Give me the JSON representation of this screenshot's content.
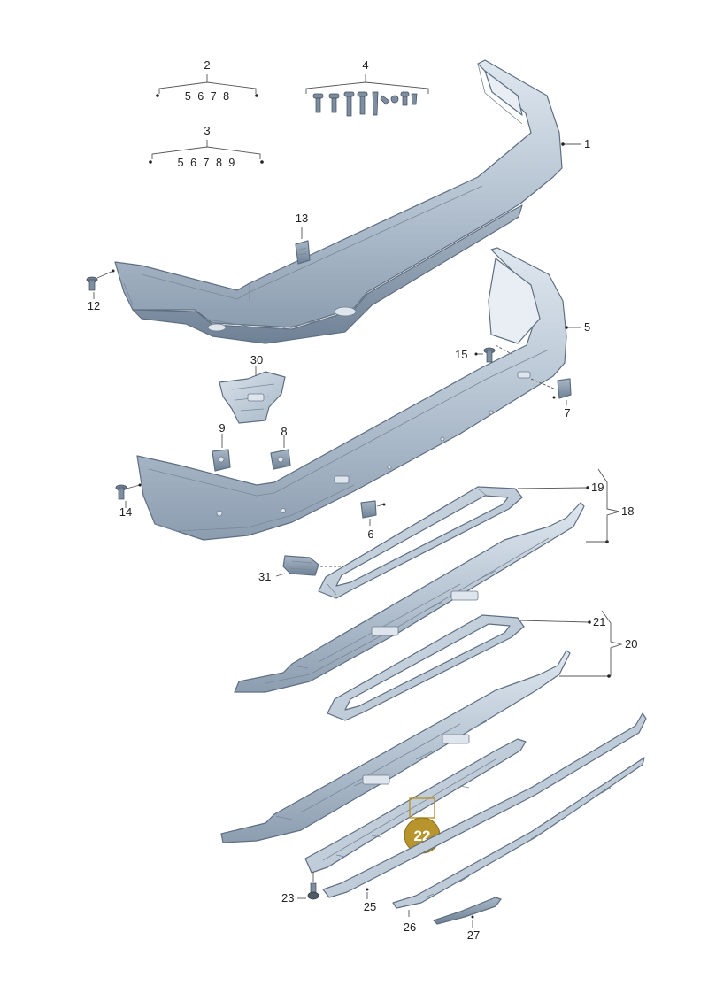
{
  "callouts": {
    "c1": "1",
    "c2": "2",
    "c3": "3",
    "c4": "4",
    "c5": "5",
    "c6": "6",
    "c7": "7",
    "c8": "8",
    "c9": "9",
    "c12": "12",
    "c13": "13",
    "c14": "14",
    "c15": "15",
    "c18": "18",
    "c19": "19",
    "c20": "20",
    "c21": "21",
    "c22": "22",
    "c23": "23",
    "c25": "25",
    "c26": "26",
    "c27": "27",
    "c30": "30",
    "c31": "31"
  },
  "kit_2": {
    "label": "2",
    "contents": "5 6 7 8"
  },
  "kit_3": {
    "label": "3",
    "contents": "5 6 7 8 9"
  },
  "kit_4": {
    "label": "4"
  },
  "highlight": {
    "part": "22",
    "color": "#b8952c"
  },
  "colors": {
    "part_fill": "#c5d2de",
    "part_dark": "#8e9fb0",
    "part_light": "#e8eef4",
    "lines": "#555555"
  }
}
